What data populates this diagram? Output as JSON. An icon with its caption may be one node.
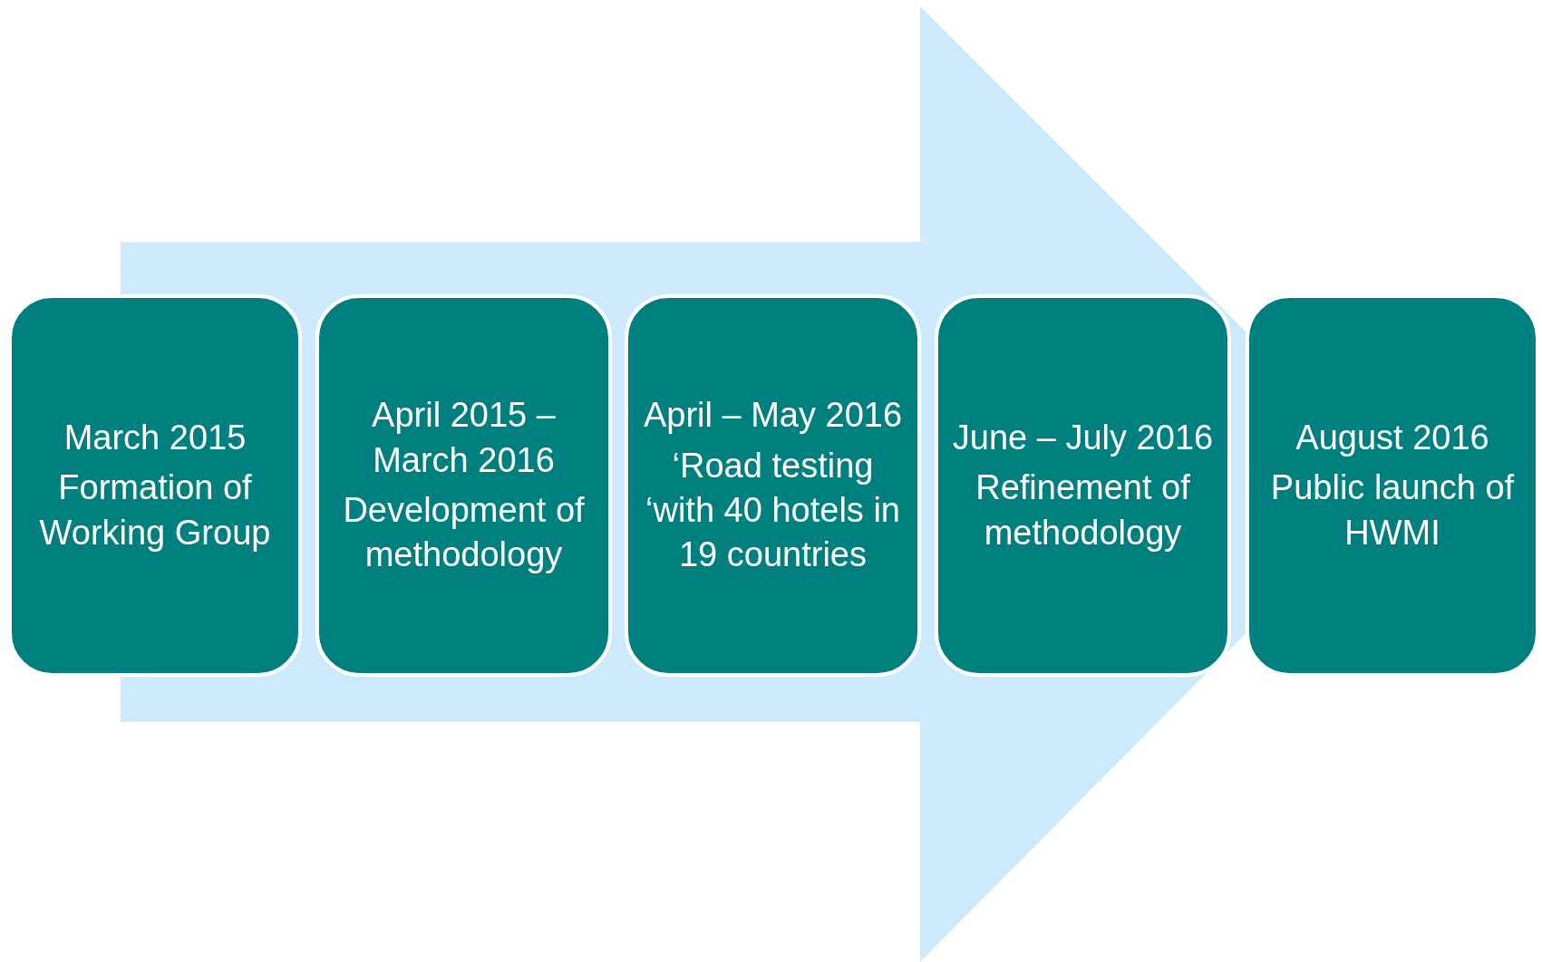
{
  "diagram": {
    "nodes": [
      {
        "text": [
          "March 2015",
          "Formation of Working Group"
        ]
      },
      {
        "text": [
          "April 2015 – March 2016",
          "Development of methodology"
        ]
      },
      {
        "text": [
          "April – May 2016",
          "‘Road testing ‘with 40 hotels in 19 countries"
        ]
      },
      {
        "text": [
          "June – July 2016",
          "Refinement of methodology"
        ]
      },
      {
        "text": [
          "August 2016",
          "Public launch of HWMI"
        ]
      }
    ],
    "edges": [
      {
        "from": 0,
        "to": 4,
        "arrow": "to",
        "style": "thick"
      }
    ]
  }
}
